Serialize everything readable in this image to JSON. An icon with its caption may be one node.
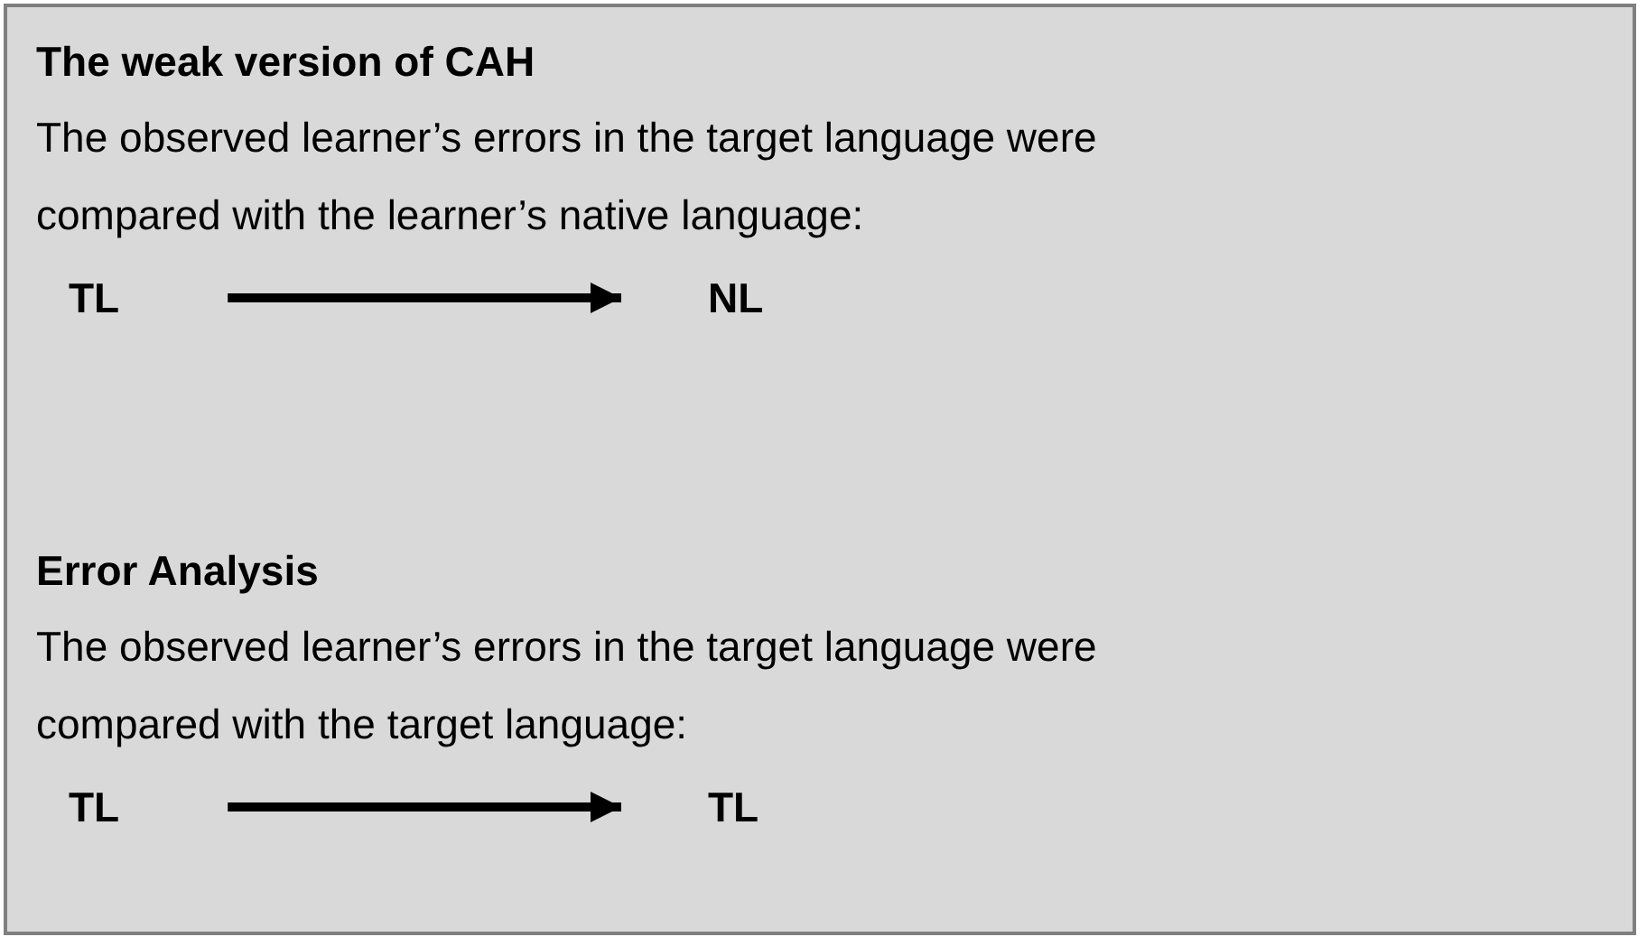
{
  "diagram": {
    "nodes": [
      {
        "text": [
          "The weak version of CAH",
          "The observed learner’s errors in the target language were compared with the learner’s native language:",
          "Error Analysis",
          "The observed learner’s errors in the target language were compared with the target language:"
        ]
      },
      {
        "text": [
          "TL"
        ],
        "in": 0
      },
      {
        "text": [
          "NL"
        ],
        "in": 0
      },
      {
        "text": [
          "TL"
        ],
        "in": 0
      },
      {
        "text": [
          "TL"
        ],
        "in": 0
      }
    ],
    "edges": [
      {
        "from": 1,
        "to": 2,
        "arrow": "to"
      },
      {
        "from": 3,
        "to": 4,
        "arrow": "to"
      }
    ]
  }
}
